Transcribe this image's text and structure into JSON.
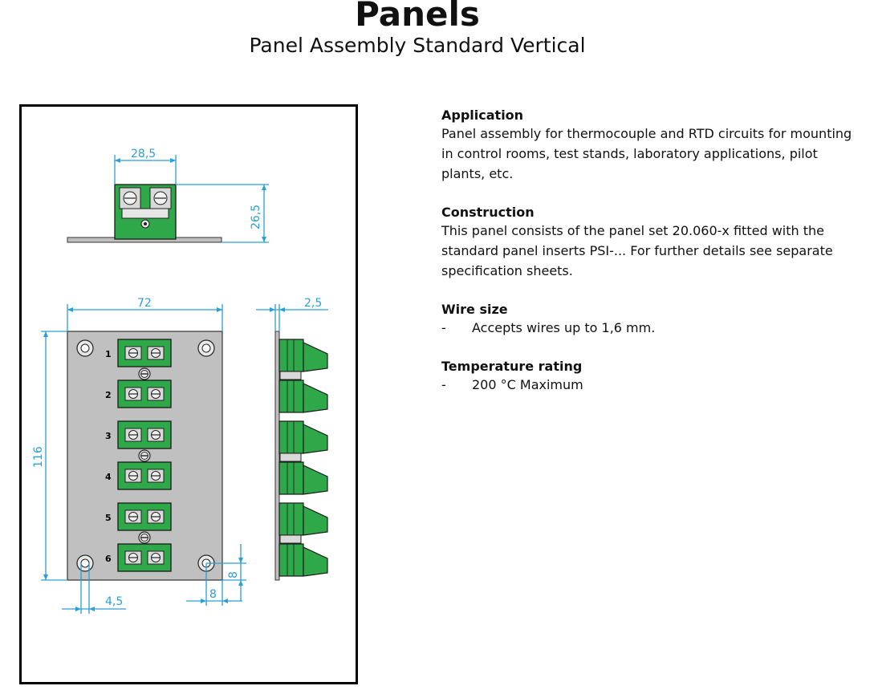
{
  "header": {
    "title": "Panels",
    "subtitle": "Panel Assembly Standard Vertical"
  },
  "drawing": {
    "dimensions": {
      "top_width": "28,5",
      "top_height": "26,5",
      "front_width": "72",
      "side_thickness": "2,5",
      "front_height": "116",
      "hole_offset_x": "4,5",
      "hole_offset_bottom": "8",
      "hole_offset_right": "8"
    },
    "channel_labels": [
      "1",
      "2",
      "3",
      "4",
      "5",
      "6"
    ],
    "colors": {
      "dimension": "#2a9fd6",
      "connector": "#2fa84a",
      "plate": "#c0c0c0"
    }
  },
  "sections": {
    "application": {
      "heading": "Application",
      "lines": [
        "Panel assembly for thermocouple and RTD circuits for mounting",
        "in control rooms, test stands, laboratory applications, pilot",
        "plants, etc."
      ]
    },
    "construction": {
      "heading": "Construction",
      "lines": [
        "This panel consists of the panel set 20.060-x fitted with the",
        "standard panel inserts PSI-... For further details see separate",
        "specification sheets."
      ]
    },
    "wire_size": {
      "heading": "Wire size",
      "bullet_dash": "-",
      "bullet_text": "Accepts wires up to 1,6 mm."
    },
    "temperature": {
      "heading": "Temperature rating",
      "bullet_dash": "-",
      "bullet_text": "200 °C Maximum"
    }
  }
}
